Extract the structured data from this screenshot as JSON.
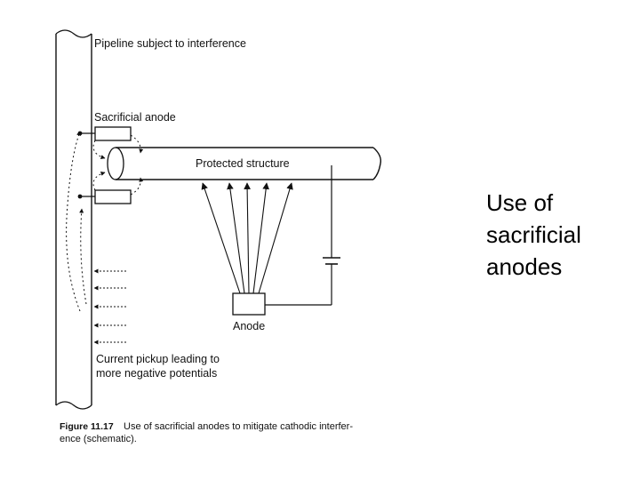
{
  "diagram": {
    "labels": {
      "pipeline": "Pipeline subject to interference",
      "sacrificial_anode": "Sacrificial anode",
      "protected_structure": "Protected structure",
      "anode": "Anode",
      "pickup_line1": "Current pickup leading to",
      "pickup_line2": "more negative potentials"
    },
    "caption": {
      "figure_label": "Figure 11.17",
      "line1": "Use of sacrificial anodes to mitigate cathodic interfer-",
      "line2": "ence (schematic)."
    }
  },
  "slide": {
    "title_line1": "Use of",
    "title_line2": "sacrificial",
    "title_line3": "anodes"
  }
}
